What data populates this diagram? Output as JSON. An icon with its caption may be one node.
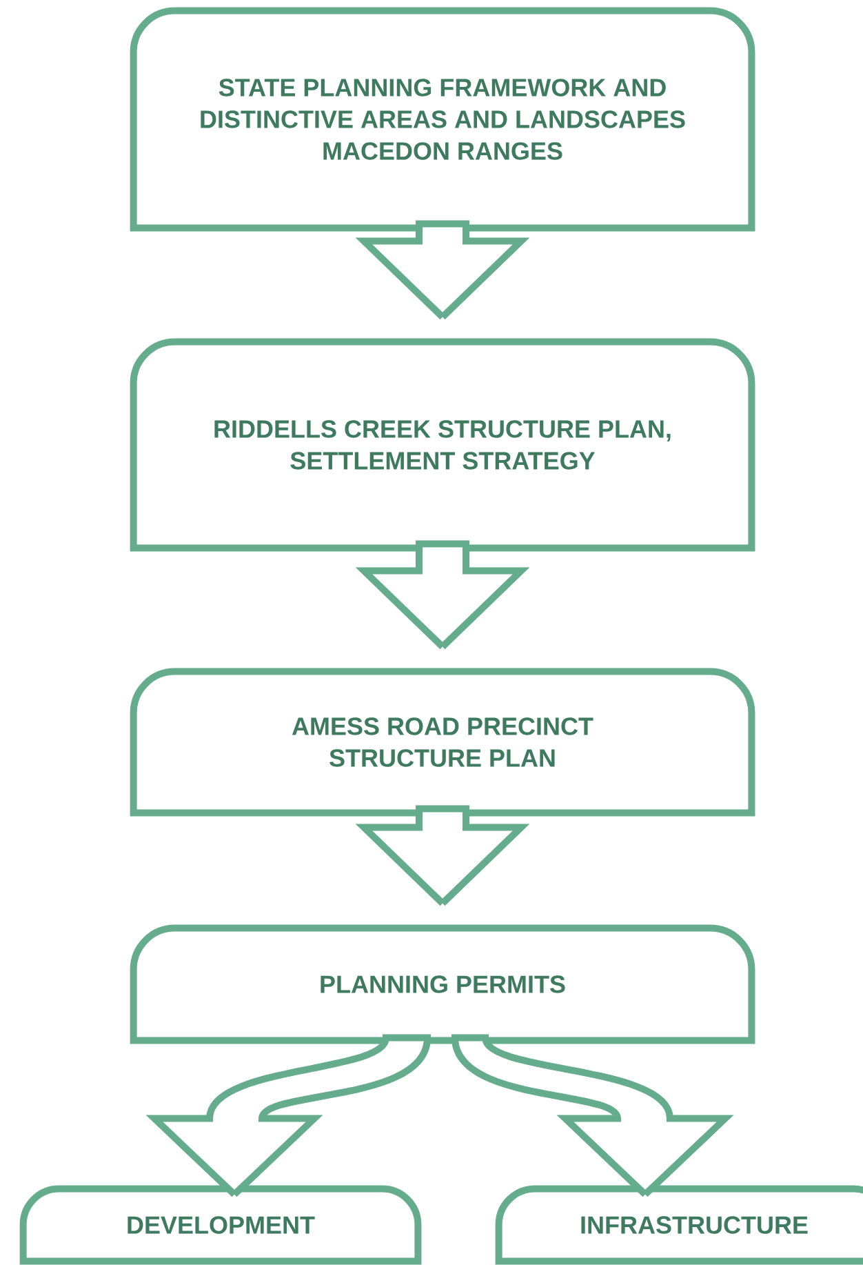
{
  "diagram": {
    "nodes": [
      {
        "text": [
          "STATE PLANNING FRAMEWORK AND DISTINCTIVE AREAS AND LANDSCAPES MACEDON RANGES"
        ]
      },
      {
        "text": [
          "RIDDELLS CREEK STRUCTURE PLAN, SETTLEMENT STRATEGY"
        ]
      },
      {
        "text": [
          "AMESS ROAD PRECINCT STRUCTURE PLAN"
        ]
      },
      {
        "text": [
          "PLANNING PERMITS"
        ]
      },
      {
        "text": [
          "DEVELOPMENT"
        ]
      },
      {
        "text": [
          "INFRASTRUCTURE"
        ]
      }
    ],
    "edges": [
      {
        "from": 0,
        "to": 1,
        "arrow": "to"
      },
      {
        "from": 1,
        "to": 2,
        "arrow": "to"
      },
      {
        "from": 2,
        "to": 3,
        "arrow": "to"
      },
      {
        "from": 3,
        "to": 4,
        "arrow": "to"
      },
      {
        "from": 3,
        "to": 5,
        "arrow": "to"
      }
    ]
  }
}
